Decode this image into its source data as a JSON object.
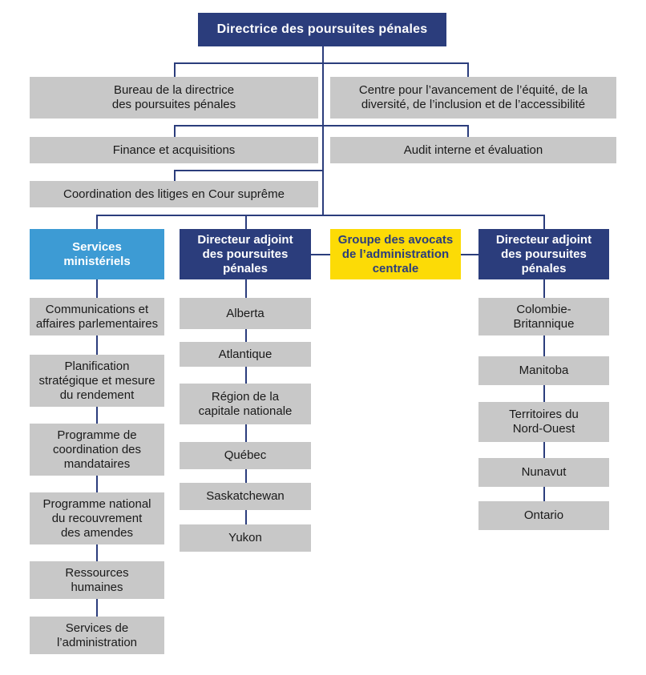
{
  "chart_data": {
    "type": "diagram",
    "title": "Directrice des poursuites pénales — organigramme",
    "colors": {
      "navy": "#2b3d7c",
      "light_blue": "#3d9bd4",
      "yellow": "#fcdb06",
      "gray": "#c8c8c8",
      "connector": "#2b3d7c",
      "text_dark": "#1a1a1a",
      "text_light": "#ffffff"
    }
  },
  "root": {
    "label": "Directrice des poursuites pénales"
  },
  "staff": [
    {
      "label": "Bureau de la directrice\ndes poursuites pénales"
    },
    {
      "label": "Centre pour l’avancement de l’équité, de la\ndiversité, de l’inclusion et de l’accessibilité"
    },
    {
      "label": "Finance et acquisitions"
    },
    {
      "label": "Audit interne et évaluation"
    },
    {
      "label": "Coordination des litiges en Cour suprême"
    }
  ],
  "columns": [
    {
      "header": "Services\nministériels",
      "items": [
        "Communications et\naffaires parlementaires",
        "Planification\nstratégique et mesure\ndu rendement",
        "Programme de\ncoordination des\nmandataires",
        "Programme national\ndu recouvrement\ndes amendes",
        "Ressources\nhumaines",
        "Services de\nl’administration"
      ]
    },
    {
      "header": "Directeur adjoint\ndes poursuites\npénales",
      "items": [
        "Alberta",
        "Atlantique",
        "Région de la\ncapitale nationale",
        "Québec",
        "Saskatchewan",
        "Yukon"
      ]
    },
    {
      "header": "Groupe des avocats\nde l’administration\ncentrale",
      "items": []
    },
    {
      "header": "Directeur adjoint\ndes poursuites\npénales",
      "items": [
        "Colombie-\nBritannique",
        "Manitoba",
        "Territoires du\nNord-Ouest",
        "Nunavut",
        "Ontario"
      ]
    }
  ]
}
